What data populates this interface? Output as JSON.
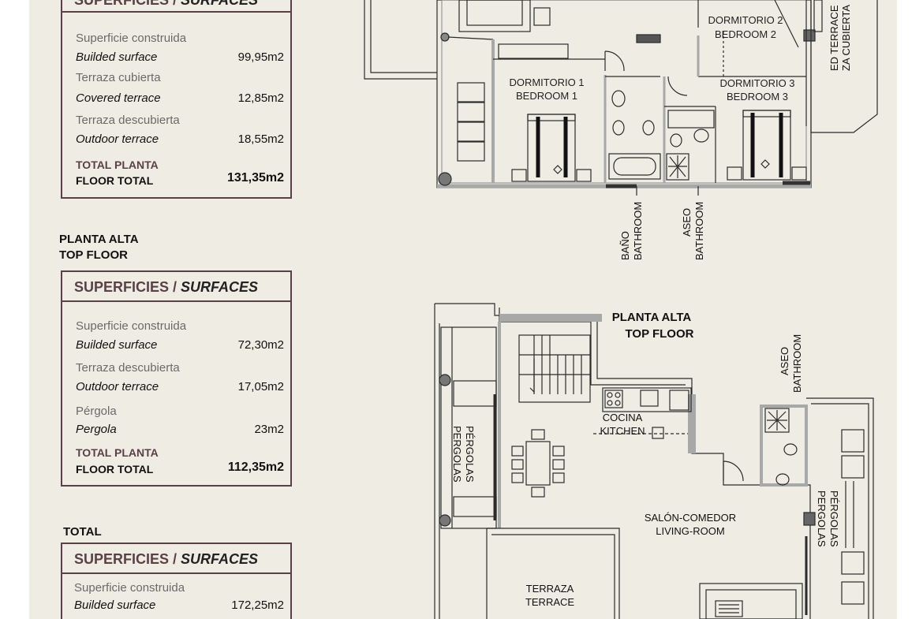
{
  "colors": {
    "accent": "#5a4147",
    "background": "#eeece3",
    "wall": "#a7a8a8"
  },
  "tables": {
    "first": {
      "header_es": "SUPERFICIES /",
      "header_en": "SURFACES",
      "rows": [
        {
          "es": "Superficie construida",
          "en": "Builded surface",
          "value": "99,95m2"
        },
        {
          "es": "Terraza cubierta",
          "en": "Covered terrace",
          "value": "12,85m2"
        },
        {
          "es": "Terraza descubierta",
          "en": "Outdoor terrace",
          "value": "18,55m2"
        }
      ],
      "total_es": "TOTAL PLANTA",
      "total_en": "FLOOR TOTAL",
      "total_value": "131,35m2"
    },
    "top": {
      "section_es": "PLANTA ALTA",
      "section_en": "TOP FLOOR",
      "header_es": "SUPERFICIES /",
      "header_en": "SURFACES",
      "rows": [
        {
          "es": "Superficie construida",
          "en": "Builded surface",
          "value": "72,30m2"
        },
        {
          "es": "Terraza descubierta",
          "en": "Outdoor terrace",
          "value": "17,05m2"
        },
        {
          "es": "Pérgola",
          "en": "Pergola",
          "value": "23m2"
        }
      ],
      "total_es": "TOTAL PLANTA",
      "total_en": "FLOOR TOTAL",
      "total_value": "112,35m2"
    },
    "total": {
      "section": "TOTAL",
      "header_es": "SUPERFICIES /",
      "header_en": "SURFACES",
      "rows": [
        {
          "es": "Superficie construida",
          "en": "Builded surface",
          "value": "172,25m2"
        }
      ]
    }
  },
  "plan_first": {
    "bedroom1": [
      "DORMITORIO 1",
      "BEDROOM 1"
    ],
    "bedroom2": [
      "DORMITORIO 2",
      "BEDROOM 2"
    ],
    "bedroom3": [
      "DORMITORIO 3",
      "BEDROOM 3"
    ],
    "covered_terrace": [
      "ZA CUBIERTA",
      "ED TERRACE"
    ],
    "bathroom": [
      "BAÑO",
      "BATHROOM"
    ],
    "toilet": [
      "ASEO",
      "BATHROOM"
    ]
  },
  "plan_top": {
    "title": [
      "PLANTA ALTA",
      "TOP FLOOR"
    ],
    "kitchen": [
      "COCINA",
      "KITCHEN"
    ],
    "living": [
      "SALÓN-COMEDOR",
      "LIVING-ROOM"
    ],
    "pergolas_left": [
      "PÉRGOLAS",
      "PERGOLAS"
    ],
    "pergolas_right": [
      "PÉRGOLAS",
      "PERGOLAS"
    ],
    "toilet": [
      "ASEO",
      "BATHROOM"
    ],
    "terrace": [
      "TERRAZA",
      "TERRACE"
    ]
  }
}
